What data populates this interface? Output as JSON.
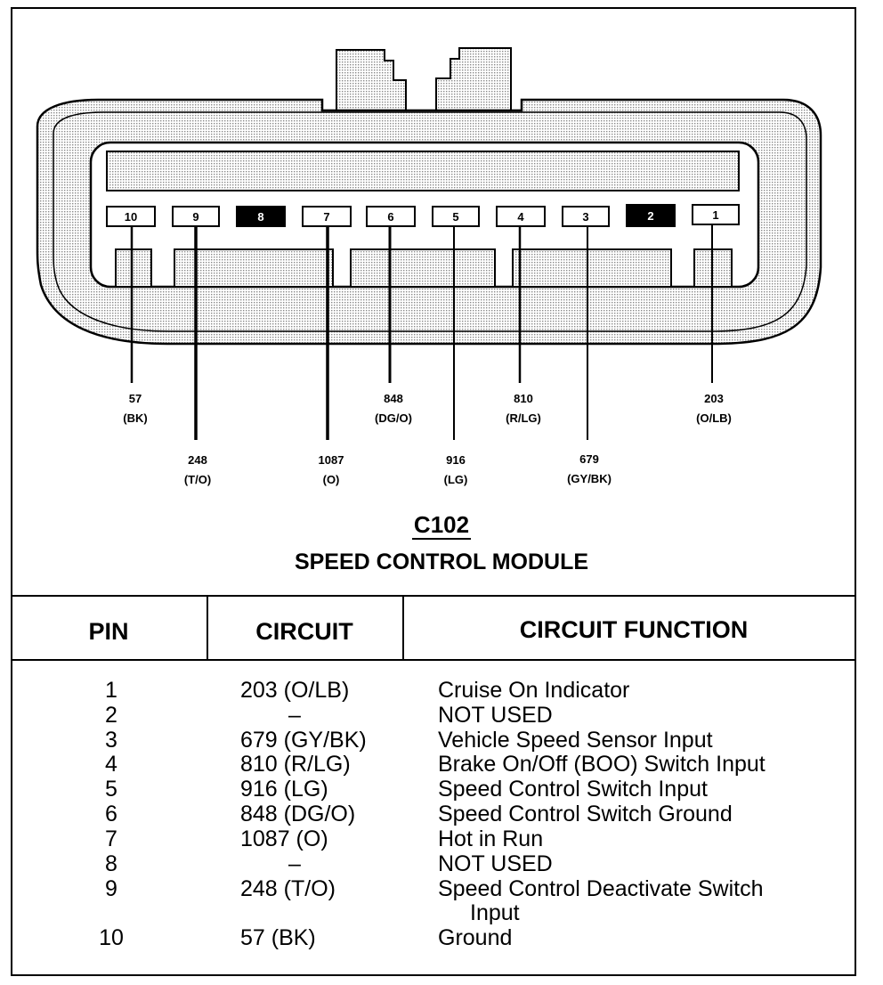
{
  "connector": {
    "id": "C102",
    "name": "SPEED CONTROL MODULE",
    "pins": [
      {
        "pin": "10",
        "used": true,
        "wire_number": "57",
        "wire_color": "(BK)"
      },
      {
        "pin": "9",
        "used": true,
        "wire_number": "248",
        "wire_color": "(T/O)"
      },
      {
        "pin": "8",
        "used": false,
        "wire_number": "",
        "wire_color": ""
      },
      {
        "pin": "7",
        "used": true,
        "wire_number": "1087",
        "wire_color": "(O)"
      },
      {
        "pin": "6",
        "used": true,
        "wire_number": "848",
        "wire_color": "(DG/O)"
      },
      {
        "pin": "5",
        "used": true,
        "wire_number": "916",
        "wire_color": "(LG)"
      },
      {
        "pin": "4",
        "used": true,
        "wire_number": "810",
        "wire_color": "(R/LG)"
      },
      {
        "pin": "3",
        "used": true,
        "wire_number": "679",
        "wire_color": "(GY/BK)"
      },
      {
        "pin": "2",
        "used": false,
        "wire_number": "",
        "wire_color": ""
      },
      {
        "pin": "1",
        "used": true,
        "wire_number": "203",
        "wire_color": "(O/LB)"
      }
    ]
  },
  "table": {
    "headers": {
      "pin": "PIN",
      "circuit": "CIRCUIT",
      "function": "CIRCUIT FUNCTION"
    },
    "rows": [
      {
        "pin": "1",
        "circuit": "203 (O/LB)",
        "function": "Cruise On Indicator"
      },
      {
        "pin": "2",
        "circuit": "–",
        "function": "NOT USED"
      },
      {
        "pin": "3",
        "circuit": "679 (GY/BK)",
        "function": "Vehicle Speed Sensor Input"
      },
      {
        "pin": "4",
        "circuit": "810 (R/LG)",
        "function": "Brake On/Off (BOO) Switch Input"
      },
      {
        "pin": "5",
        "circuit": "916 (LG)",
        "function": "Speed Control Switch Input"
      },
      {
        "pin": "6",
        "circuit": "848 (DG/O)",
        "function": "Speed Control Switch Ground"
      },
      {
        "pin": "7",
        "circuit": "1087 (O)",
        "function": "Hot in Run"
      },
      {
        "pin": "8",
        "circuit": "–",
        "function": "NOT USED"
      },
      {
        "pin": "9",
        "circuit": "248 (T/O)",
        "function": "Speed Control Deactivate Switch",
        "function_cont": "Input"
      },
      {
        "pin": "10",
        "circuit": "57 (BK)",
        "function": "Ground"
      }
    ]
  },
  "colors": {
    "line": "#000000",
    "shade": "#d9d9d9",
    "background": "#ffffff"
  }
}
